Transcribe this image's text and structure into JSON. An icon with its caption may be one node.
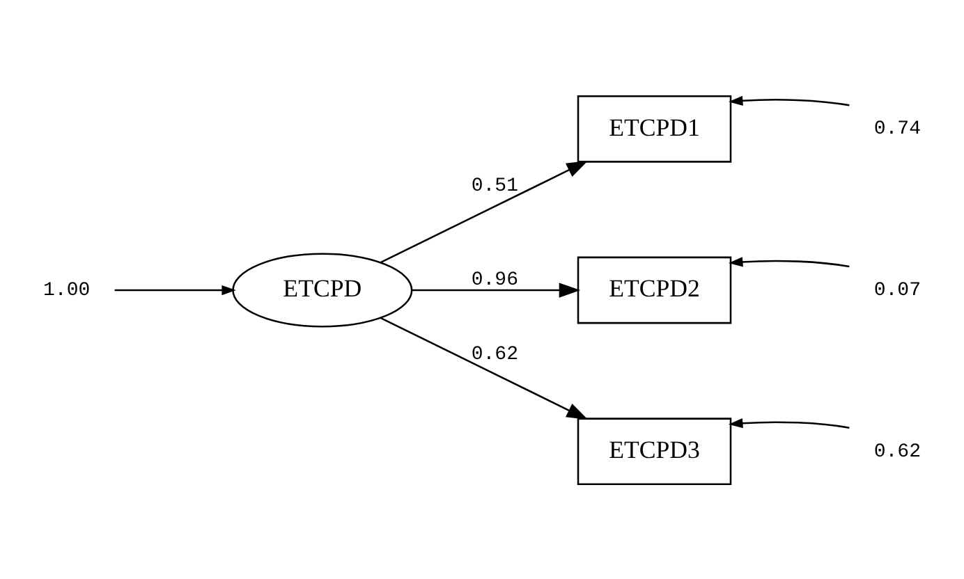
{
  "diagram": {
    "nodes": [
      {
        "text": [
          "ETCPD"
        ]
      },
      {
        "text": [
          "ETCPD1"
        ]
      },
      {
        "text": [
          "ETCPD2"
        ]
      },
      {
        "text": [
          "ETCPD3"
        ]
      },
      {
        "text": [
          "1.00"
        ]
      },
      {
        "text": [
          "0.74"
        ]
      },
      {
        "text": [
          "0.07"
        ]
      },
      {
        "text": [
          "0.62"
        ]
      }
    ],
    "edges": [
      {
        "from": 0,
        "to": 1,
        "arrow": "to",
        "label": "0.51"
      },
      {
        "from": 0,
        "to": 2,
        "arrow": "to",
        "label": "0.96"
      },
      {
        "from": 0,
        "to": 3,
        "arrow": "to",
        "label": "0.62"
      },
      {
        "from": 4,
        "to": 0,
        "arrow": "to"
      },
      {
        "from": 5,
        "to": 1,
        "arrow": "to"
      },
      {
        "from": 6,
        "to": 2,
        "arrow": "to"
      },
      {
        "from": 7,
        "to": 3,
        "arrow": "to"
      }
    ]
  }
}
